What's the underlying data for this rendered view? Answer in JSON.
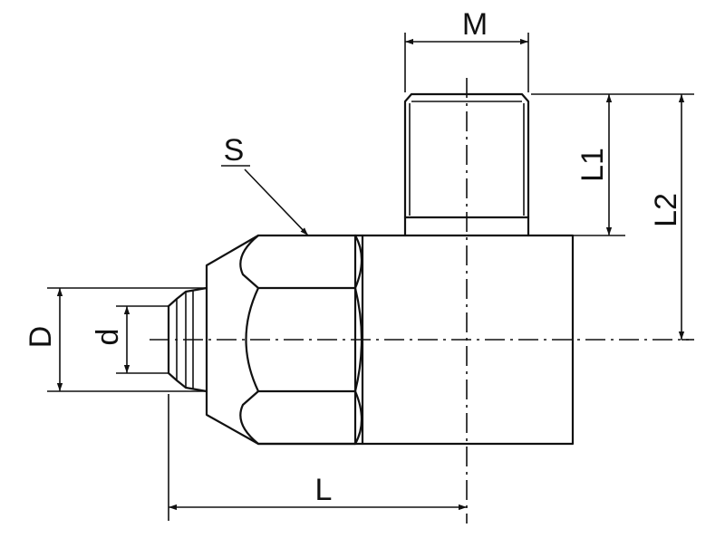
{
  "figure": {
    "colors": {
      "line": "#111111",
      "background": "#ffffff"
    },
    "labels": {
      "M": "M",
      "S": "S",
      "L1": "L1",
      "L2": "L2",
      "D": "D",
      "d": "d",
      "L": "L"
    }
  }
}
